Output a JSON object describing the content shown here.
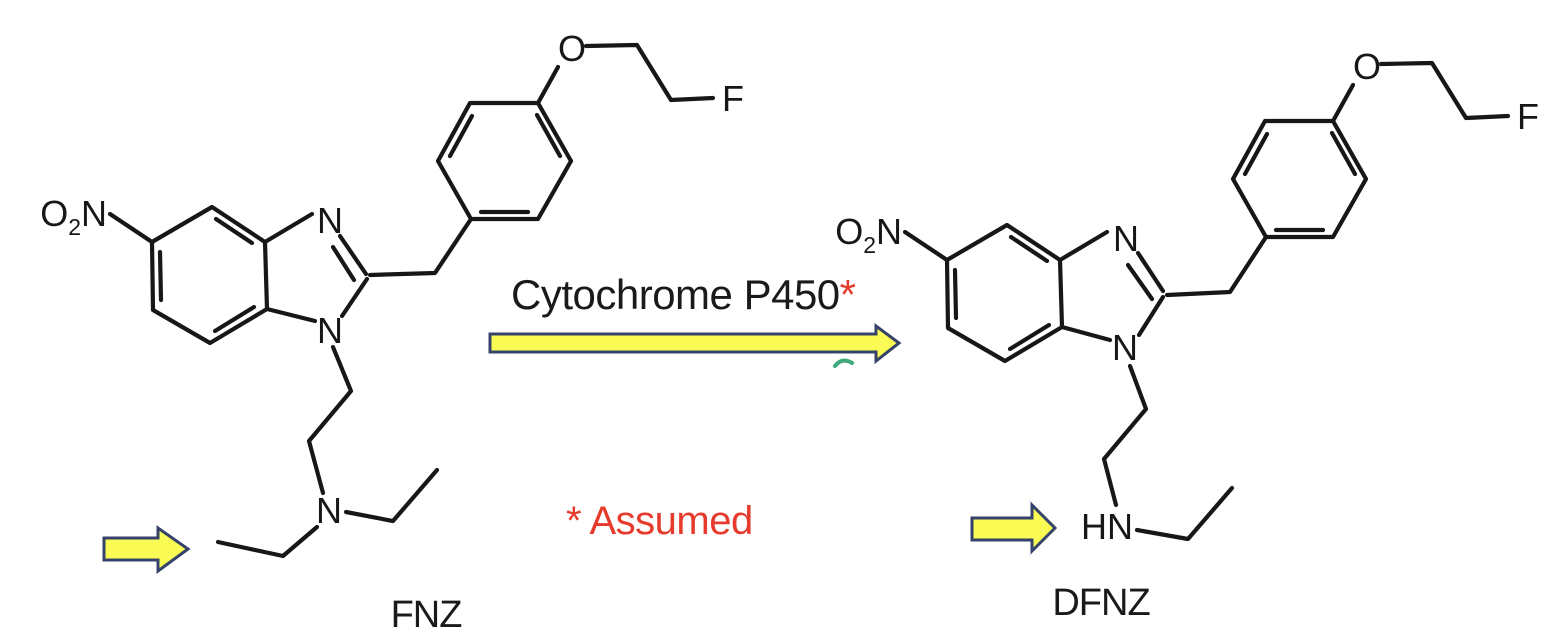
{
  "scheme": {
    "reaction": {
      "enzyme": "Cytochrome P450",
      "enzyme_note_marker": "*",
      "assumption_note": "* Assumed"
    },
    "fnz": {
      "caption": "FNZ",
      "labels": {
        "nitro_o": "O",
        "nitro_sub": "2",
        "nitro_n": "N",
        "imidazole_n3": "N",
        "imidazole_n1": "N",
        "ether_o": "O",
        "fluoro": "F",
        "amine_n": "N"
      }
    },
    "dfnz": {
      "caption": "DFNZ",
      "labels": {
        "nitro_o": "O",
        "nitro_sub": "2",
        "nitro_n": "N",
        "imidazole_n3": "N",
        "imidazole_n1": "N",
        "ether_o": "O",
        "fluoro": "F",
        "amine_n": "HN"
      }
    },
    "icons": {
      "reaction_arrow": "right-block-arrow",
      "fnz_pointer": "right-block-arrow",
      "dfnz_pointer": "right-block-arrow"
    },
    "colors": {
      "bond": "#171717",
      "note_red": "#e63b2c",
      "arrow_fill": "#fbfb55",
      "arrow_outline": "#35436a",
      "stray_mark_green": "#2aa06d"
    }
  }
}
